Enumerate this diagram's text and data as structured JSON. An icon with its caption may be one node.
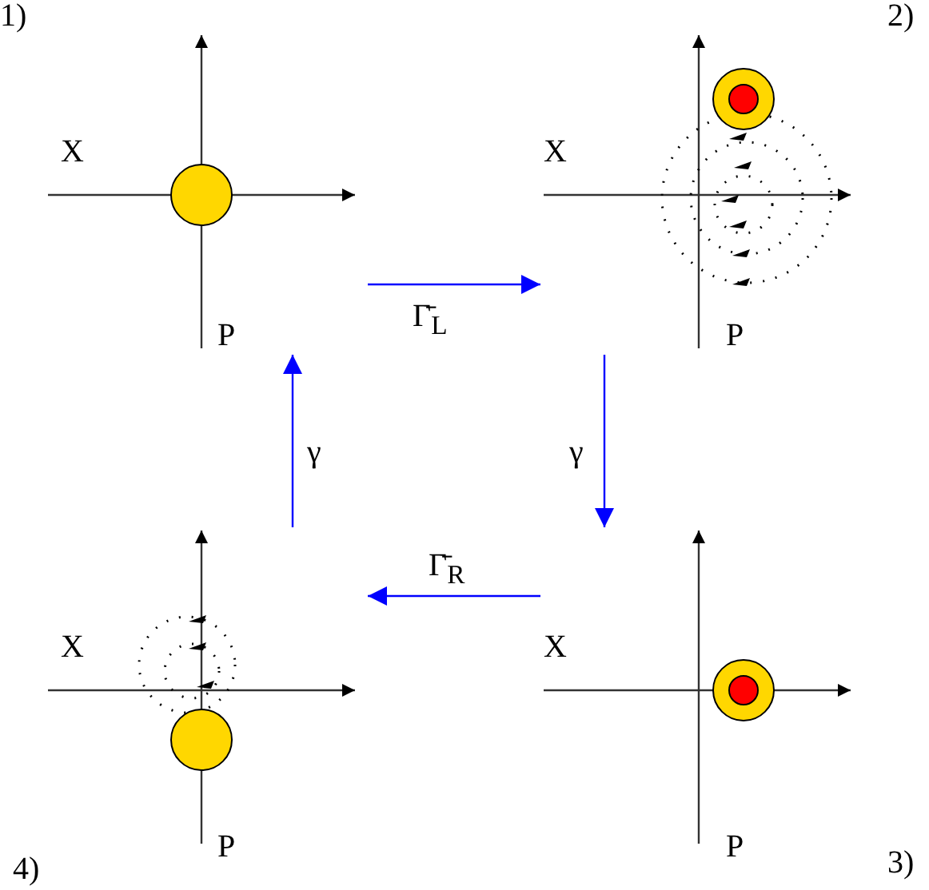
{
  "diagram": {
    "nodes": [
      {
        "text": [
          "X",
          "P"
        ],
        "beside": [
          "1)"
        ]
      },
      {
        "text": [
          "X",
          "P"
        ],
        "beside": [
          "2)"
        ]
      },
      {
        "text": [
          "X",
          "P"
        ],
        "beside": [
          "4)"
        ]
      },
      {
        "text": [
          "X",
          "P"
        ],
        "beside": [
          "3)"
        ]
      }
    ],
    "edges": [
      {
        "from": 0,
        "to": 1,
        "arrow": "to",
        "label": "Γ̄$_{L}$"
      },
      {
        "from": 1,
        "to": 3,
        "arrow": "to",
        "label": "γ"
      },
      {
        "from": 3,
        "to": 2,
        "arrow": "to",
        "label": "Γ̄$_{R}$"
      },
      {
        "from": 2,
        "to": 0,
        "arrow": "to",
        "label": "γ"
      }
    ]
  }
}
